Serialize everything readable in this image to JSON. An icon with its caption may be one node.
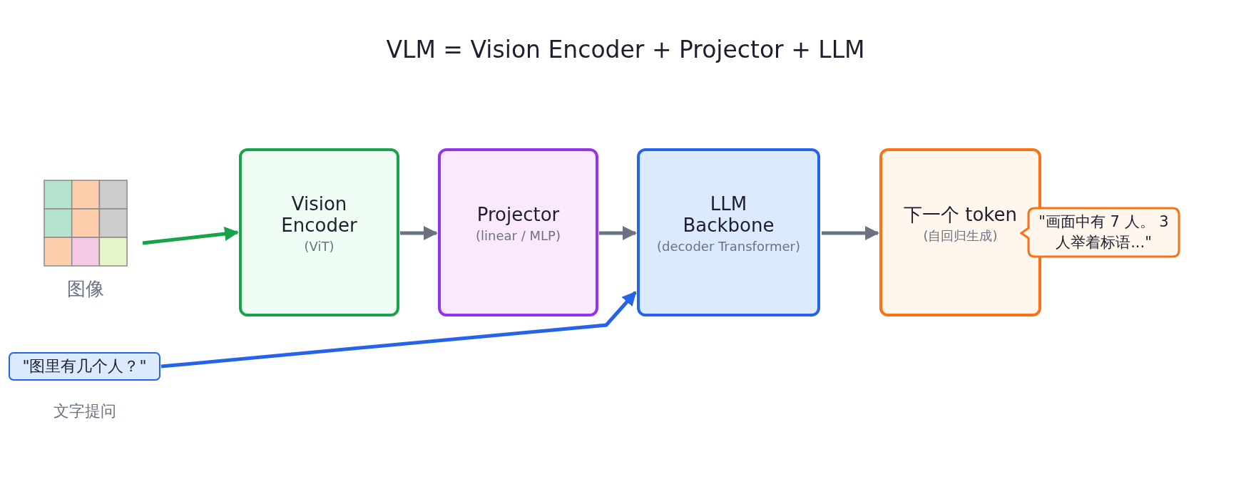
{
  "diagram": {
    "title": "VLM = Vision Encoder + Projector + LLM",
    "nodes": [
      {
        "text": [
          "图像"
        ]
      },
      {
        "text": [
          "Vision Encoder",
          "(ViT)"
        ]
      },
      {
        "text": [
          "Projector",
          "(linear / MLP)"
        ]
      },
      {
        "text": [
          "LLM Backbone",
          "(decoder Transformer)"
        ]
      },
      {
        "text": [
          "下一个 token",
          "(自回归生成)"
        ]
      },
      {
        "text": [
          "\"图里有几个人？\""
        ],
        "beside": [
          "文字提问"
        ]
      },
      {
        "text": [
          "\"画面中有 7 人。 3 人举着标语...\""
        ]
      }
    ],
    "edges": [
      {
        "from": 0,
        "to": 1,
        "arrow": "to",
        "color": "#16a34a"
      },
      {
        "from": 1,
        "to": 2,
        "arrow": "to"
      },
      {
        "from": 2,
        "to": 3,
        "arrow": "to"
      },
      {
        "from": 3,
        "to": 4,
        "arrow": "to"
      },
      {
        "from": 5,
        "to": 3,
        "arrow": "to",
        "color": "#2563eb"
      }
    ]
  }
}
